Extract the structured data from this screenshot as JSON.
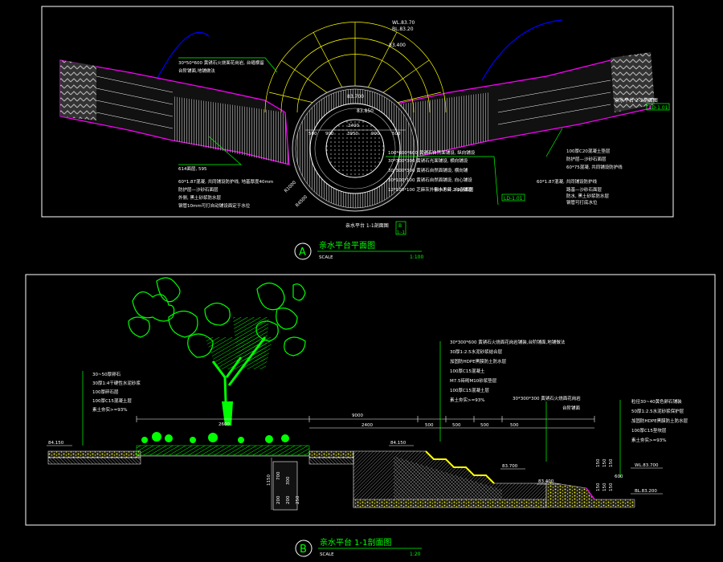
{
  "colors": {
    "background": "#000000",
    "frame": "#ffffff",
    "title": "#00ff00",
    "paving_pink": "#ff00ff",
    "arc_yellow": "#ffff00",
    "arc_blue": "#0000ff",
    "tree_green": "#00ff00",
    "gravel": "#ffff00",
    "dim_line": "#ffffff"
  },
  "plan": {
    "title": "亲水平台平面图",
    "marker": "A",
    "scale_label": "SCALE",
    "scale_value": "1:100",
    "section_ref": "亲水平台 1-1剖面图",
    "section_ref_box_top": "B",
    "section_ref_box_bottom": "1:-1",
    "elev_top_1": "WL.83.70",
    "elev_top_2": "BL.83.20",
    "elev_ring": "83.400",
    "elev_center_top": "83.700",
    "elev_center_mid": "83.850",
    "right_section_ref": "亲水平台 2-2剖面图",
    "right_section_box": "LD-1.01",
    "center_section_box": "LD-1.01",
    "notes_left_top": [
      "30*50*600 黄锈石火烧面花岗岩, 台缝横留",
      "台阶铺面,地铺做法"
    ],
    "notes_left_bottom": [
      "614面层, 595",
      "60*1.87混凝, 共同铺设防护线, 地基厚度40mm",
      "防护层—沙砂石面层",
      "外侧, 黑土砂浆防水层",
      "钢管10mm可打自动铺设面定于水位"
    ],
    "notes_center": [
      "100*600*600 黄锈石自然面铺设, 纵向铺设",
      "30*300*300 黄锈石光面铺设, 横向铺设",
      "30*300*300 黄锈石自然面铺设, 横向铺",
      "30*100*100 黄锈石自然面铺设, 向心铺设",
      "12*100*100 芝麻灰外侧小方砖, 向心铺设"
    ],
    "notes_right": [
      "100厚C20混凝土垫层",
      "防护层—沙砂石面层",
      "60*75混凝, 共同铺设防护线",
      "60*1.87混凝, 共同铺设防护线",
      "路基—沙砂石面层",
      "防水, 黑土砂浆防水层",
      "钢管可打底水位"
    ],
    "dims": [
      "500",
      "900",
      "3950",
      "900",
      "500",
      "2400",
      "R1000",
      "R4500"
    ]
  },
  "section": {
    "title": "亲水平台 1-1剖面图",
    "marker": "B",
    "scale_label": "SCALE",
    "scale_value": "1:20",
    "elev_left": "84.150",
    "elev_mid": "84.150",
    "elev_step": "83.700",
    "elev_low": "83.400",
    "elev_wl": "WL.83.700",
    "elev_bl": "BL.83.200",
    "dims_top": [
      "2600",
      "9000",
      "2400",
      "500",
      "500",
      "500",
      "500"
    ],
    "dims_vertical": [
      "1150",
      "700",
      "300",
      "200",
      "200",
      "250"
    ],
    "dims_right_vertical": [
      "150",
      "150",
      "150",
      "150",
      "150",
      "150"
    ],
    "dim_right": "600",
    "notes_left": [
      "30~50厚卵石",
      "30厚1:4干硬性水泥砂浆",
      "100厚碎石层",
      "100厚C15混凝土层",
      "素土夯实>=93%"
    ],
    "notes_mid": [
      "30*300*600 黄锈石火烧面花岗岩铺装,台阶铺面,地铺做法",
      "30厚1:2.5水泥砂浆结合层",
      "加固防HDPE黑膜防土防水层",
      "100厚C15混凝土",
      "M7.5砖砌M10砂浆垫层",
      "100厚C15混凝土层",
      "素土夯实>=93%"
    ],
    "note_step": [
      "30*300*300 黄锈石火烧面花岗岩",
      "台阶铺面"
    ],
    "notes_right": [
      "粒径30~40黄色卵石铺装",
      "50厚1:2.5水泥砂浆保护层",
      "加固防HDPE黑膜防土防水层",
      "100厚C15垫块层",
      "素土夯实>=93%"
    ]
  }
}
